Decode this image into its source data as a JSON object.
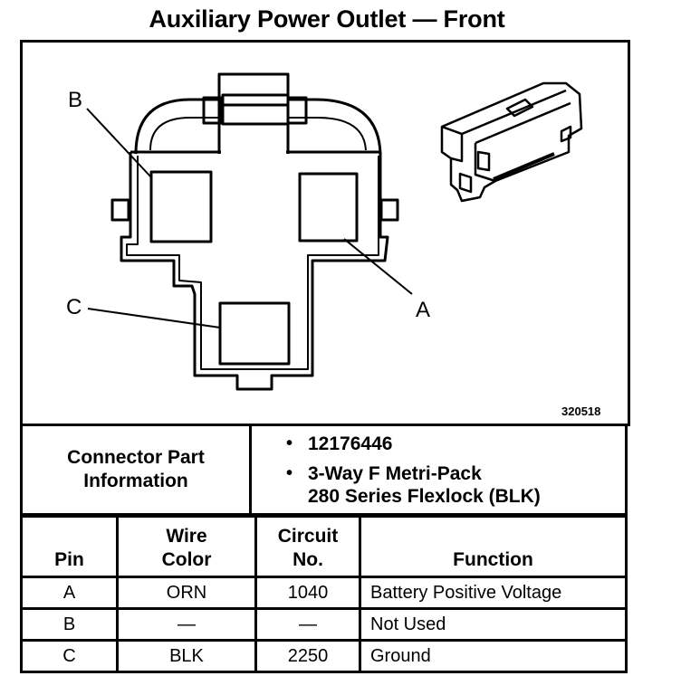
{
  "title": "Auxiliary Power Outlet — Front",
  "figure_number": "320518",
  "diagram": {
    "cavity_labels": [
      "A",
      "B",
      "C"
    ],
    "callouts": [
      {
        "label": "A",
        "target": "cavity-A"
      },
      {
        "label": "B",
        "target": "cavity-B"
      },
      {
        "label": "C",
        "target": "cavity-C"
      }
    ]
  },
  "connector_part_info": {
    "label_line1": "Connector Part",
    "label_line2": "Information",
    "items": [
      "12176446",
      "3-Way F Metri-Pack",
      "280 Series Flexlock (BLK)"
    ]
  },
  "pin_table": {
    "headers": {
      "pin": "Pin",
      "wire_color_line1": "Wire",
      "wire_color_line2": "Color",
      "circuit_line1": "Circuit",
      "circuit_line2": "No.",
      "function": "Function"
    },
    "rows": [
      {
        "pin": "A",
        "wire_color": "ORN",
        "circuit": "1040",
        "function": "Battery Positive Voltage"
      },
      {
        "pin": "B",
        "wire_color": "—",
        "circuit": "—",
        "function": "Not Used"
      },
      {
        "pin": "C",
        "wire_color": "BLK",
        "circuit": "2250",
        "function": "Ground"
      }
    ]
  }
}
